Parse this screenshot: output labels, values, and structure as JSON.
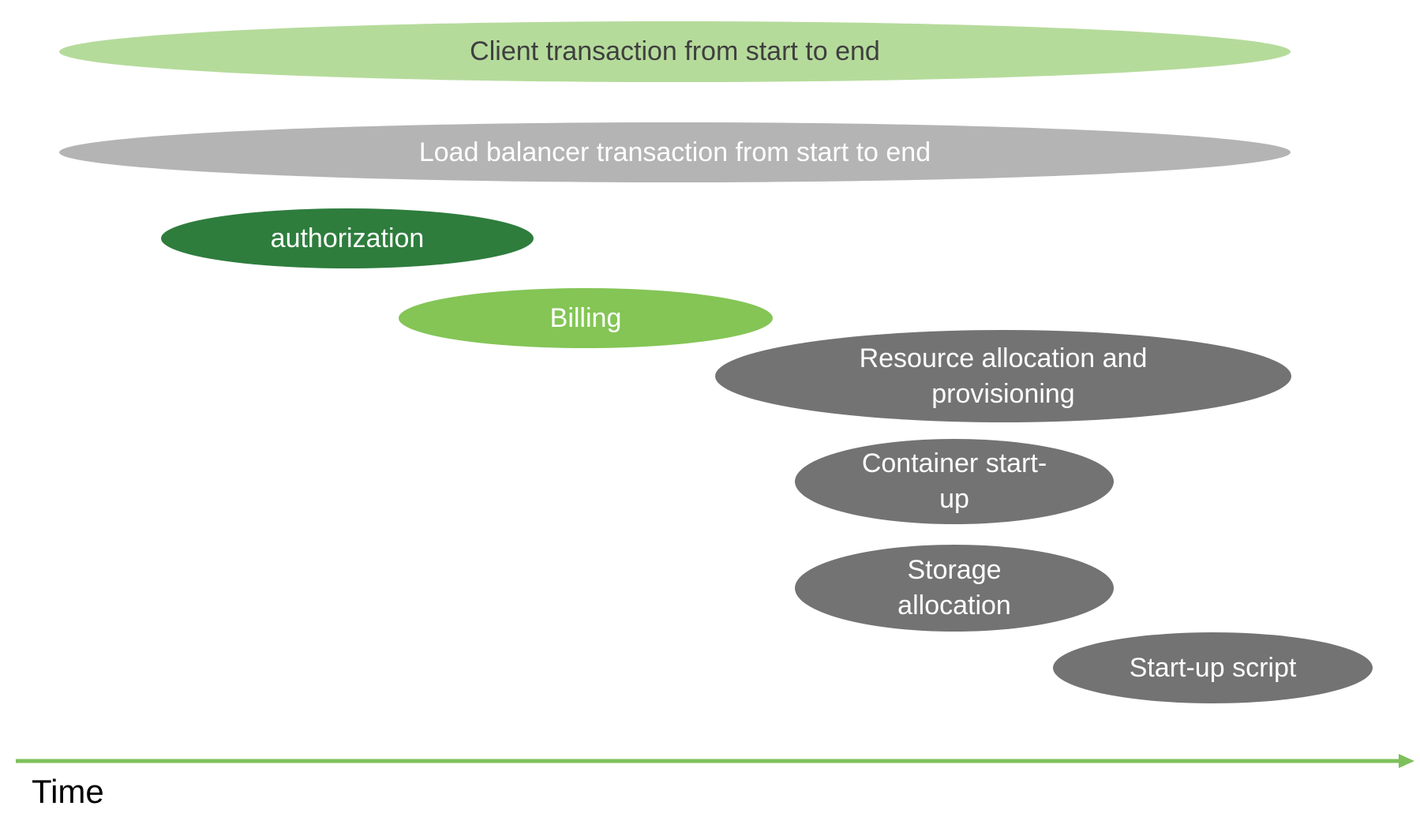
{
  "stages": [
    {
      "label": "Client transaction from start to end",
      "color": "#b5db9b",
      "text_color": "#3f3f3f"
    },
    {
      "label": "Load balancer transaction from start to end",
      "color": "#b4b4b4",
      "text_color": "#ffffff"
    },
    {
      "label": "authorization",
      "color": "#2e7d3d",
      "text_color": "#ffffff"
    },
    {
      "label": "Billing",
      "color": "#84c556",
      "text_color": "#ffffff"
    },
    {
      "label": "Resource allocation and\nprovisioning",
      "color": "#737373",
      "text_color": "#ffffff"
    },
    {
      "label": "Container start-\nup",
      "color": "#737373",
      "text_color": "#ffffff"
    },
    {
      "label": "Storage\nallocation",
      "color": "#737373",
      "text_color": "#ffffff"
    },
    {
      "label": "Start-up script",
      "color": "#737373",
      "text_color": "#ffffff"
    }
  ],
  "axis": {
    "label": "Time",
    "color": "#7dc05a"
  }
}
